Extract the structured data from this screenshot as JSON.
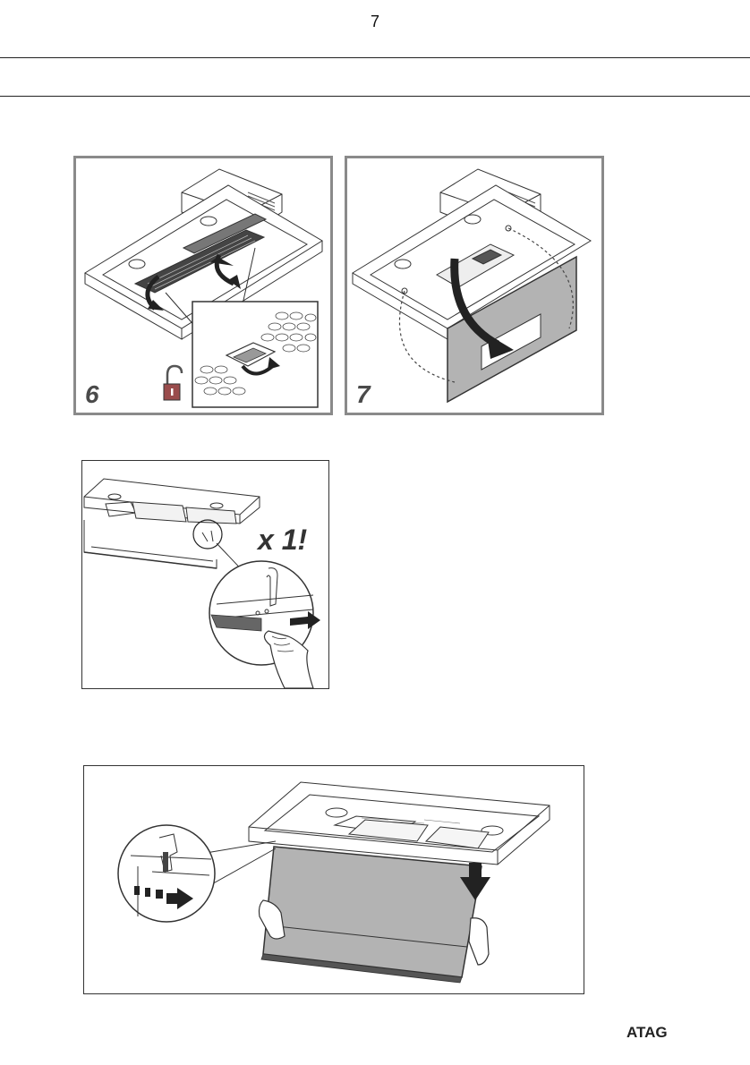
{
  "page": {
    "number": "7"
  },
  "figures": {
    "step6": {
      "label": "6"
    },
    "step7": {
      "label": "7"
    },
    "clip_detail": {
      "count_label": "x 1!"
    },
    "panel_removal": {}
  },
  "footer": {
    "brand": "ATAG"
  },
  "icons": {
    "unlock": "unlock-icon",
    "arrows": "curved-arrow-icon"
  },
  "colors": {
    "panel_grey": "#b3b3b3",
    "frame_grey": "#8a8a8a",
    "lock_red": "#9a4c4c"
  }
}
